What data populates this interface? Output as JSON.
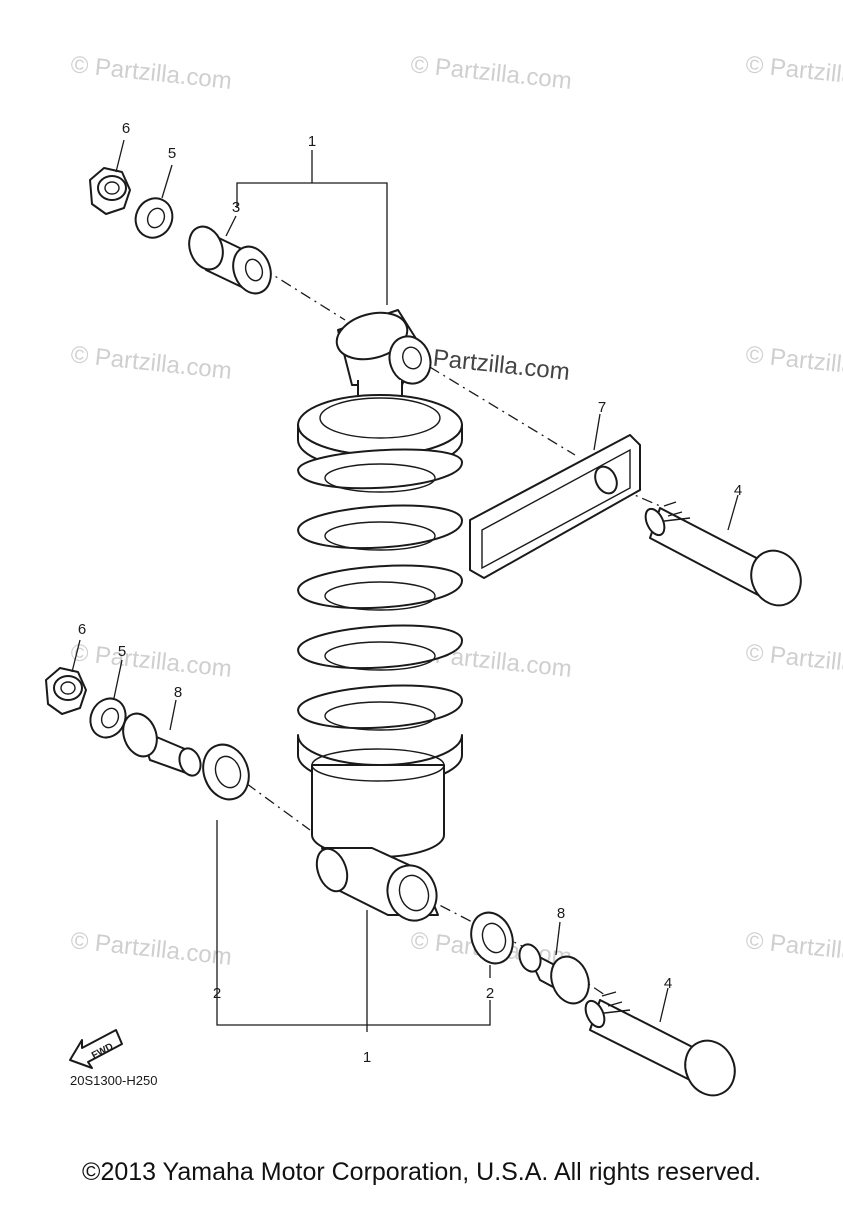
{
  "watermark": {
    "text": "© Partzilla.com",
    "color": "#cfcfcf"
  },
  "callouts": {
    "part1_top": "1",
    "part1_bottom": "1",
    "part2_left": "2",
    "part2_right": "2",
    "part3": "3",
    "part4_top": "4",
    "part4_bottom": "4",
    "part5_top": "5",
    "part5_bottom": "5",
    "part6_top": "6",
    "part6_bottom": "6",
    "part7": "7",
    "part8_left": "8",
    "part8_right": "8"
  },
  "fwd_label": "FWD",
  "diagram_code": "20S1300-H250",
  "copyright": "©2013 Yamaha Motor Corporation, U.S.A. All rights reserved."
}
